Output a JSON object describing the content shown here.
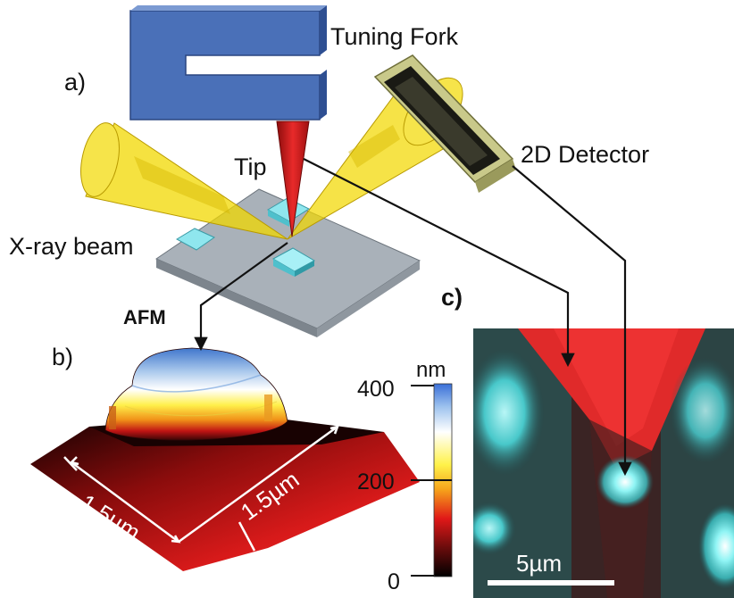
{
  "panels": {
    "a_label": "a)",
    "b_label": "b)",
    "c_label": "c)"
  },
  "labels": {
    "tuning_fork": "Tuning Fork",
    "detector": "2D Detector",
    "tip": "Tip",
    "xray": "X-ray beam",
    "afm": "AFM"
  },
  "afm_panel": {
    "dim_left": "1.5µm",
    "dim_right": "1.5µm"
  },
  "colorbar": {
    "unit": "nm",
    "ticks": [
      "400",
      "200",
      "0"
    ]
  },
  "micrograph": {
    "scale_bar": "5µm"
  },
  "colors": {
    "fork": "#4a70b8",
    "tip": "#d42020",
    "beam": "#f0d400",
    "detector": "#c9c98a",
    "substrate": "#a8b0b8",
    "crystal": "#7fe0ea",
    "arrow": "#111111"
  }
}
